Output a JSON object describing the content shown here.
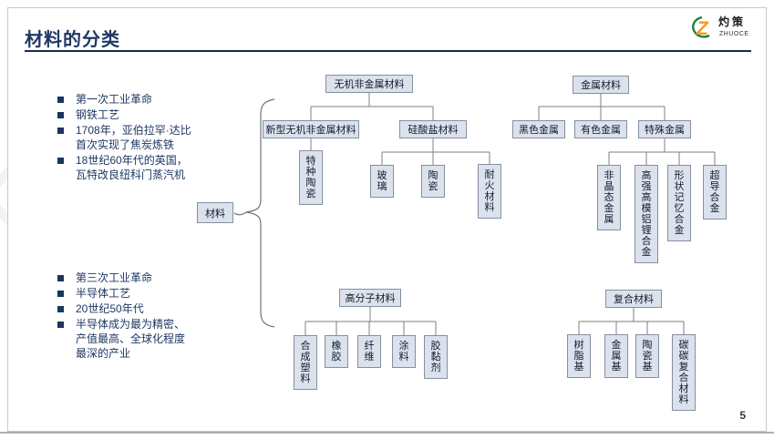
{
  "header": {
    "title": "材料的分类",
    "logo": {
      "cn": "灼 策",
      "en": "ZHUOCE"
    }
  },
  "bullets_top": [
    "第一次工业革命",
    "钢铁工艺",
    "1708年，亚伯拉罕·达比首次实现了焦炭炼铁",
    "18世纪60年代的英国，瓦特改良纽科门蒸汽机"
  ],
  "bullets_bottom": [
    "第三次工业革命",
    "半导体工艺",
    "20世纪50年代",
    "半导体成为最为精密、产值最高、全球化程度最深的产业"
  ],
  "tree": {
    "root": "材料",
    "inorganic": "无机非金属材料",
    "new_inorganic": "新型无机非金属材料",
    "silicate": "硅酸盐材料",
    "special_ceramics": "特种陶瓷",
    "glass": "玻璃",
    "ceramics": "陶瓷",
    "refractory": "耐火材料",
    "metal": "金属材料",
    "ferrous": "黑色金属",
    "nonferrous": "有色金属",
    "special_metal": "特殊金属",
    "amorphous": "非晶态金属",
    "al_li_alloy": "高强高模铝锂合金",
    "shape_memory": "形状记忆合金",
    "superconducting": "超导合金",
    "polymer": "高分子材料",
    "plastic": "合成塑料",
    "rubber": "橡胶",
    "fiber": "纤维",
    "coating": "涂料",
    "adhesive": "胶黏剂",
    "composite": "复合材料",
    "resin_matrix": "树脂基",
    "metal_matrix": "金属基",
    "ceramic_matrix": "陶瓷基",
    "carbon_carbon": "碳碳复合材料"
  },
  "page_number": "5",
  "colors": {
    "title_navy": "#1f3864",
    "rule_navy": "#17294e",
    "box_fill": "#dce2ed",
    "box_border": "#84909f",
    "connector_gray": "#7f7f7f",
    "logo_orange": "#f29c1f",
    "logo_green": "#1e8044"
  }
}
